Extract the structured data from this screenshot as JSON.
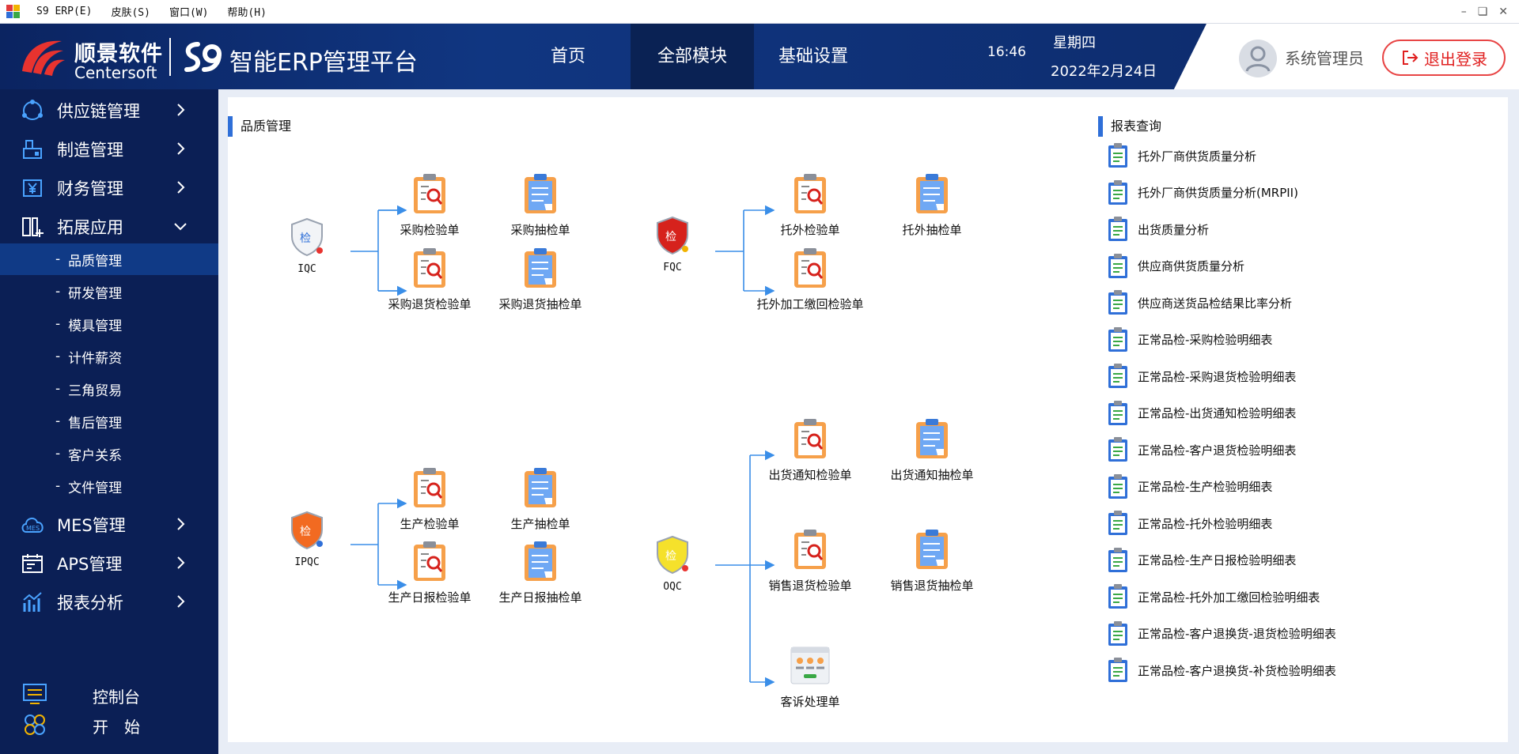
{
  "menubar": {
    "items": [
      "S9 ERP(E)",
      "皮肤(S)",
      "窗口(W)",
      "帮助(H)"
    ]
  },
  "header": {
    "brand_cn": "顺景软件",
    "brand_en": "Centersoft",
    "platform": "智能ERP管理平台",
    "tabs": [
      {
        "label": "首页"
      },
      {
        "label": "全部模块"
      },
      {
        "label": "基础设置"
      }
    ],
    "time": "16:46",
    "weekday": "星期四",
    "date": "2022年2月24日",
    "user": "系统管理员",
    "logout": "退出登录"
  },
  "sidebar": {
    "groups": [
      {
        "label": "供应链管理",
        "icon": "supply-chain-icon"
      },
      {
        "label": "制造管理",
        "icon": "manufacturing-icon"
      },
      {
        "label": "财务管理",
        "icon": "finance-icon"
      },
      {
        "label": "拓展应用",
        "icon": "extension-icon"
      }
    ],
    "subitems": [
      "品质管理",
      "研发管理",
      "模具管理",
      "计件薪资",
      "三角贸易",
      "售后管理",
      "客户关系",
      "文件管理"
    ],
    "groups2": [
      {
        "label": "MES管理",
        "icon": "mes-icon"
      },
      {
        "label": "APS管理",
        "icon": "aps-icon"
      },
      {
        "label": "报表分析",
        "icon": "report-analysis-icon"
      }
    ],
    "bottom": [
      {
        "label": "控制台",
        "icon": "console-icon"
      },
      {
        "label": "开　始",
        "icon": "start-icon"
      }
    ]
  },
  "quality": {
    "title": "品质管理",
    "nodes": {
      "iqc": "IQC",
      "fqc": "FQC",
      "ipqc": "IPQC",
      "oqc": "OQC",
      "badge": "检"
    },
    "modules": {
      "m1": "采购检验单",
      "m2": "采购抽检单",
      "m3": "采购退货检验单",
      "m4": "采购退货抽检单",
      "m5": "托外检验单",
      "m6": "托外抽检单",
      "m7": "托外加工缴回检验单",
      "m8": "生产检验单",
      "m9": "生产抽检单",
      "m10": "生产日报检验单",
      "m11": "生产日报抽检单",
      "m12": "出货通知检验单",
      "m13": "出货通知抽检单",
      "m14": "销售退货检验单",
      "m15": "销售退货抽检单",
      "m16": "客诉处理单"
    }
  },
  "reports": {
    "title": "报表查询",
    "items": [
      "托外厂商供货质量分析",
      "托外厂商供货质量分析(MRPII)",
      "出货质量分析",
      "供应商供货质量分析",
      "供应商送货品检结果比率分析",
      "正常品检-采购检验明细表",
      "正常品检-采购退货检验明细表",
      "正常品检-出货通知检验明细表",
      "正常品检-客户退货检验明细表",
      "正常品检-生产检验明细表",
      "正常品检-托外检验明细表",
      "正常品检-生产日报检验明细表",
      "正常品检-托外加工缴回检验明细表",
      "正常品检-客户退换货-退货检验明细表",
      "正常品检-客户退换货-补货检验明细表"
    ]
  },
  "colors": {
    "header_dark": "#0b2461",
    "sidebar": "#0b1f55",
    "accent": "#2f6fd8",
    "logout": "#e84545",
    "flow": "#3a8ee8"
  }
}
